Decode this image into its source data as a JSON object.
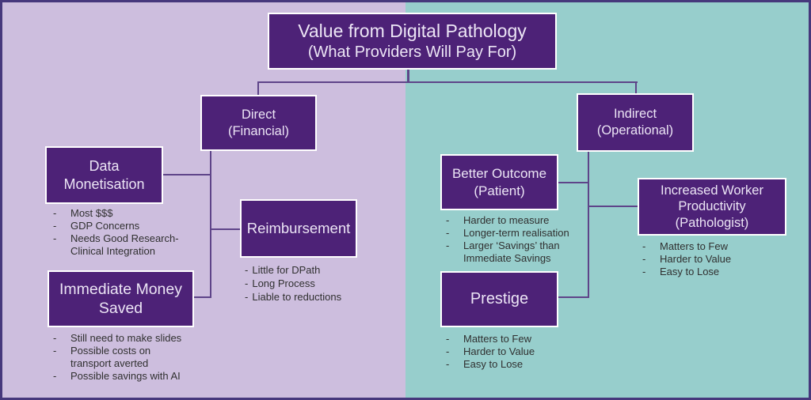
{
  "title": {
    "line1": "Value from Digital Pathology",
    "line2": "(What Providers Will Pay For)"
  },
  "nodes": {
    "direct": {
      "label": "Direct\n(Financial)"
    },
    "indirect": {
      "label": "Indirect\n(Operational)"
    },
    "data_monetisation": {
      "label": "Data\nMonetisation"
    },
    "reimbursement": {
      "label": "Reimbursement"
    },
    "immediate_money_saved": {
      "label": "Immediate Money\nSaved"
    },
    "better_outcome": {
      "label": "Better Outcome\n(Patient)"
    },
    "prestige": {
      "label": "Prestige"
    },
    "increased_worker_productivity": {
      "label": "Increased Worker\nProductivity\n(Pathologist)"
    }
  },
  "bullets": {
    "data_monetisation": {
      "items": [
        "Most $$$",
        "GDP Concerns",
        "Needs Good Research-\nClinical  Integration"
      ]
    },
    "immediate_money_saved": {
      "items": [
        "Still need to make slides",
        "Possible costs on\ntransport averted",
        "Possible savings with AI"
      ]
    },
    "reimbursement": {
      "items": [
        "Little for DPath",
        "Long Process",
        "Liable to reductions"
      ]
    },
    "better_outcome": {
      "items": [
        "Harder to measure",
        "Longer-term realisation",
        "Larger ‘Savings’ than\nImmediate Savings"
      ]
    },
    "prestige": {
      "items": [
        "Matters to Few",
        "Harder to Value",
        "Easy to Lose"
      ]
    },
    "increased_worker_productivity": {
      "items": [
        "Matters to Few",
        "Harder to Value",
        "Easy to Lose"
      ]
    }
  },
  "colors": {
    "node_fill": "#4d2277",
    "bg_left": "#cdbede",
    "bg_right": "#97cecc",
    "connector": "#5e4489",
    "frame_border": "#46387c"
  }
}
